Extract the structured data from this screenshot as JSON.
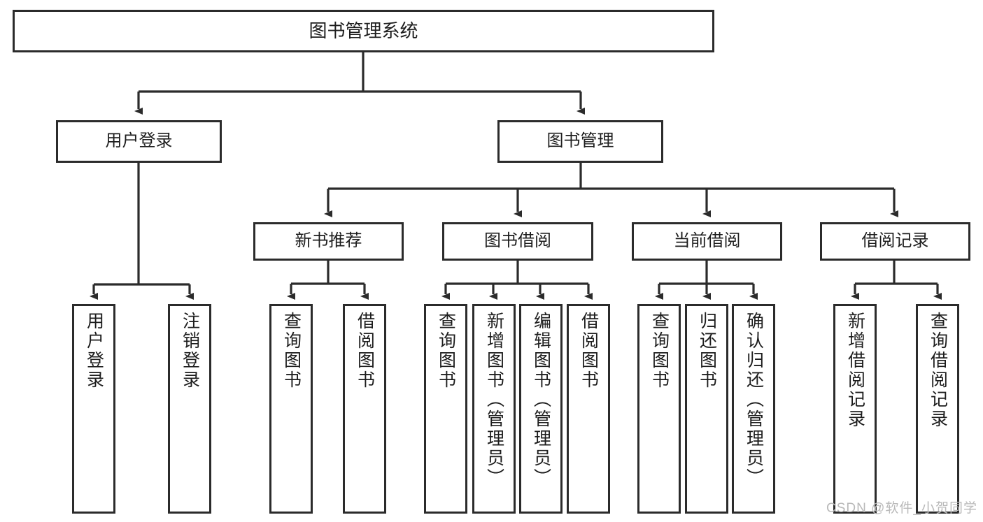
{
  "diagram": {
    "title": "图书管理系统",
    "type": "tree-hierarchy-diagram",
    "watermark": "CSDN @软件_小贺同学",
    "colors": {
      "box_border": "#2b2b2b",
      "box_fill": "#ffffff",
      "edge": "#2b2b2b",
      "text": "#1d1d1d",
      "watermark": "#b9b9b9",
      "background": "#ffffff"
    },
    "root": {
      "label": "图书管理系统"
    },
    "level1": [
      {
        "label": "用户登录"
      },
      {
        "label": "图书管理"
      }
    ],
    "level2": [
      {
        "label": "新书推荐"
      },
      {
        "label": "图书借阅"
      },
      {
        "label": "当前借阅"
      },
      {
        "label": "借阅记录"
      }
    ],
    "leaves": {
      "user_login": [
        {
          "label": "用户登录"
        },
        {
          "label": "注销登录"
        }
      ],
      "new_book_recommend": [
        {
          "label": "查询图书"
        },
        {
          "label": "借阅图书"
        }
      ],
      "book_borrow": [
        {
          "label": "查询图书"
        },
        {
          "label": "新增图书（管理员）"
        },
        {
          "label": "编辑图书（管理员）"
        },
        {
          "label": "借阅图书"
        }
      ],
      "current_borrow": [
        {
          "label": "查询图书"
        },
        {
          "label": "归还图书"
        },
        {
          "label": "确认归还（管理员）"
        }
      ],
      "borrow_record": [
        {
          "label": "新增借阅记录"
        },
        {
          "label": "查询借阅记录"
        }
      ]
    }
  }
}
